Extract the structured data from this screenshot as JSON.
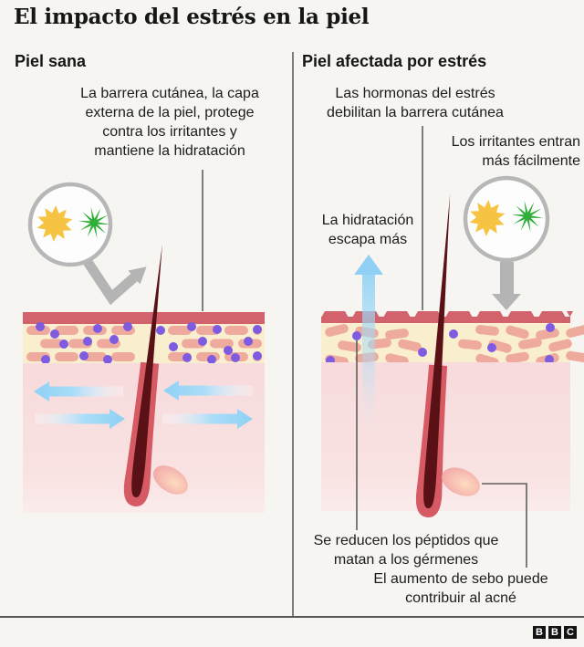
{
  "title": "El impacto del estrés en la piel",
  "panels": {
    "left": {
      "header": "Piel sana",
      "barrier_lines": [
        "La barrera cutánea, la capa",
        "externa de la piel, protege",
        "contra los irritantes y",
        "mantiene la hidratación"
      ]
    },
    "right": {
      "header": "Piel afectada por estrés",
      "hormones_lines": [
        "Las hormonas del estrés",
        "debilitan la barrera cutánea"
      ],
      "irritants_lines": [
        "Los irritantes entran",
        "más fácilmente"
      ],
      "hydration_lines": [
        "La hidratación",
        "escapa más"
      ],
      "peptides_lines": [
        "Se reducen los péptidos que",
        "matan a los gérmenes"
      ],
      "sebum_lines": [
        "El aumento de sebo puede",
        "contribuir al acné"
      ]
    }
  },
  "footer": {
    "logo": [
      "B",
      "B",
      "C"
    ]
  },
  "icons": {
    "allergen": "yellow-starburst-icon",
    "irritant": "green-starburst-icon",
    "magnifier": "gray-lens-circle-icon",
    "bounce_arrow": "gray-bent-deflect-arrow-icon",
    "penetrate_arrow": "gray-down-arrow-icon",
    "hydration_arrows": "blue-flow-arrow-icons"
  },
  "colors": {
    "background": "#f6f5f2",
    "text": "#1c1c1c",
    "divider": "#7d7d7d",
    "footer_line": "#565656",
    "logo_black": "#141414",
    "red_bar": "#d2626c",
    "cream": "#f9efce",
    "brick": "#efaa9e",
    "peptide": "#7e5be1",
    "hair_dark": "#5a1116",
    "follicle": "#d65a64",
    "hydration_blue": "#8fd0f4",
    "gray_arrow": "#b4b4b4",
    "lens_stroke": "#b7b7b7",
    "lens_fill": "#fdfdfd",
    "star_yellow": "#f6c343",
    "star_green": "#2fae3a",
    "pointer_line": "#5f5f5f"
  }
}
